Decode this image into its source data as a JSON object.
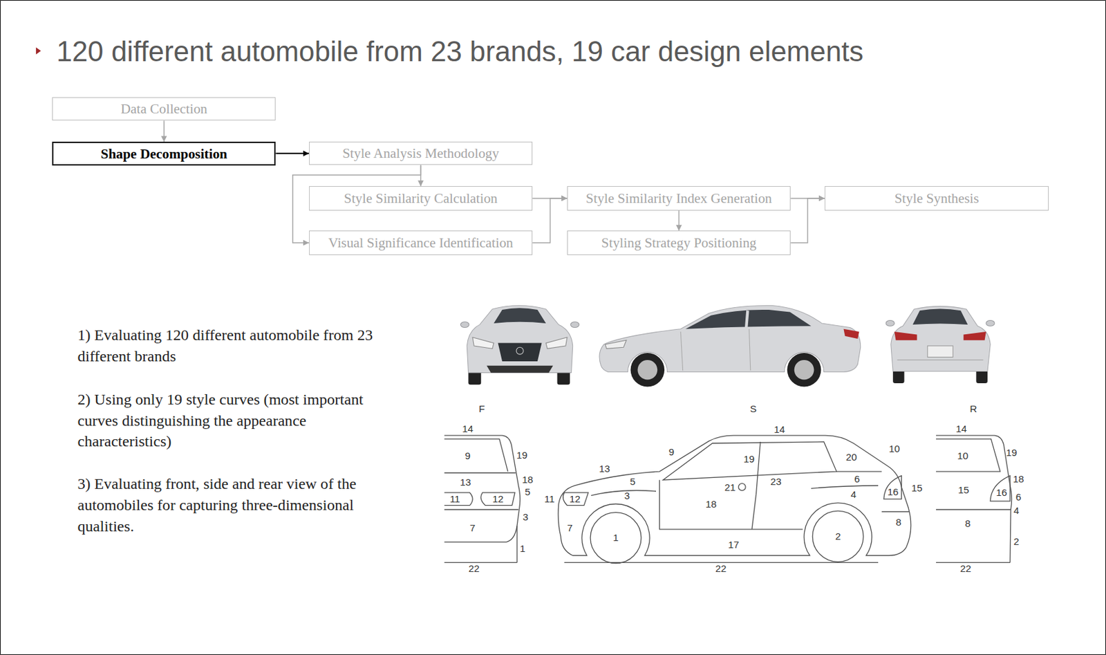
{
  "diagram": {
    "title": "120 different automobile from 23 brands, 19 car design elements",
    "nodes": [
      {
        "text": [
          "Data Collection"
        ]
      },
      {
        "text": [
          "Shape Decomposition"
        ]
      },
      {
        "text": [
          "Style Analysis Methodology"
        ]
      },
      {
        "text": [
          "Style Similarity Calculation"
        ]
      },
      {
        "text": [
          "Visual Significance Identification"
        ]
      },
      {
        "text": [
          "Style Similarity Index Generation"
        ]
      },
      {
        "text": [
          "Styling Strategy Positioning"
        ]
      },
      {
        "text": [
          "Style Synthesis"
        ]
      }
    ],
    "edges": [
      {
        "from": 0,
        "to": 1,
        "arrow": "to"
      },
      {
        "from": 1,
        "to": 2,
        "arrow": "to"
      },
      {
        "from": 2,
        "to": 3,
        "arrow": "to"
      },
      {
        "from": 2,
        "to": 4,
        "arrow": "to"
      },
      {
        "from": 3,
        "to": 5,
        "arrow": "to"
      },
      {
        "from": 4,
        "to": 5,
        "arrow": "to"
      },
      {
        "from": 5,
        "to": 6,
        "arrow": "to"
      },
      {
        "from": 5,
        "to": 7,
        "arrow": "to"
      },
      {
        "from": 6,
        "to": 7,
        "arrow": "to"
      }
    ],
    "labels": [
      "1) Evaluating 120 different automobile from 23 different brands",
      "2) Using only 19 style curves (most important curves distinguishing the appearance characteristics)",
      "3) Evaluating front, side and rear view of the automobiles for capturing three-dimensional qualities.",
      "F",
      "S",
      "R",
      "14",
      "9",
      "19",
      "13",
      "18",
      "5",
      "11",
      "12",
      "3",
      "7",
      "1",
      "22",
      "14",
      "9",
      "19",
      "20",
      "10",
      "13",
      "5",
      "3",
      "21",
      "23",
      "6",
      "4",
      "16",
      "15",
      "11",
      "12",
      "18",
      "7",
      "1",
      "2",
      "8",
      "17",
      "22",
      "14",
      "10",
      "19",
      "15",
      "18",
      "16",
      "6",
      "4",
      "8",
      "2",
      "22"
    ]
  }
}
